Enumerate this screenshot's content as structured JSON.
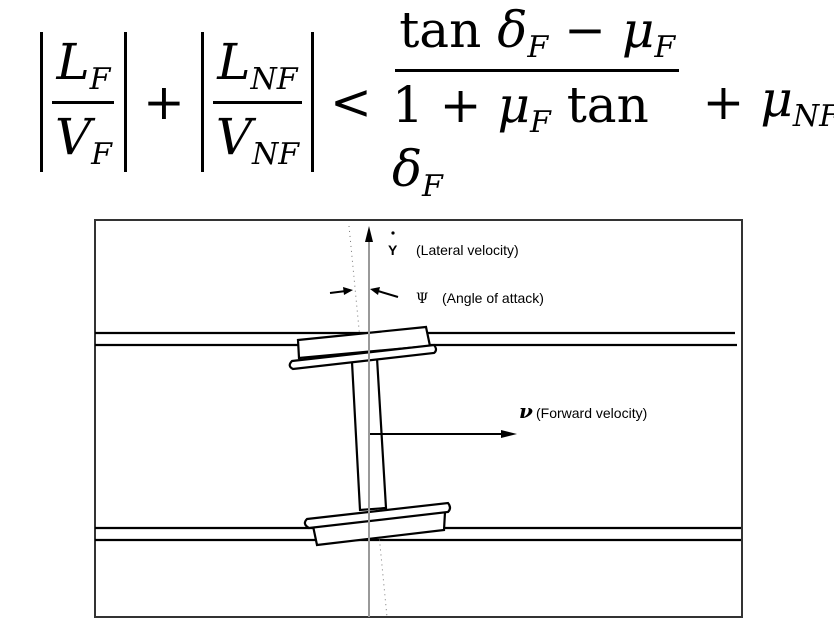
{
  "formula": {
    "term1": {
      "num": "L",
      "num_sub": "F",
      "den": "V",
      "den_sub": "F"
    },
    "plus1": "+",
    "term2": {
      "num": "L",
      "num_sub": "NF",
      "den": "V",
      "den_sub": "NF"
    },
    "less": "<",
    "rhs_num": {
      "tan": "tan",
      "delta": "δ",
      "delta_sub": "F",
      "minus": "−",
      "mu": "μ",
      "mu_sub": "F"
    },
    "rhs_den": {
      "one": "1 +",
      "mu": "μ",
      "mu_sub": "F",
      "tan": "tan",
      "delta": "δ",
      "delta_sub": "F"
    },
    "plus2": "+",
    "mu_nf": "μ",
    "mu_nf_sub": "NF"
  },
  "diagram": {
    "lateral_symbol": "Y",
    "lateral_label": "(Lateral velocity)",
    "angle_symbol": "Ψ",
    "angle_label": "(Angle of attack)",
    "forward_symbol": "ν",
    "forward_label": "(Forward velocity)"
  }
}
